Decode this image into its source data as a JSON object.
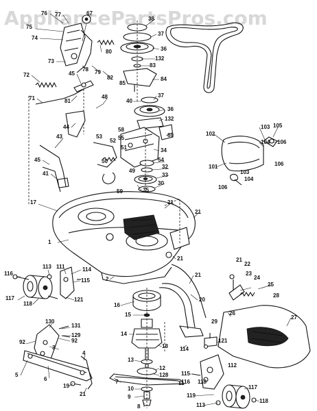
{
  "watermark": "AppliancePartsPros.com",
  "callouts": [
    "76",
    "77",
    "67",
    "75",
    "74",
    "73",
    "80",
    "78",
    "79",
    "82",
    "72",
    "45",
    "81",
    "71",
    "48",
    "44",
    "43",
    "45",
    "41",
    "17",
    "1",
    "38",
    "37",
    "36",
    "132",
    "83",
    "84",
    "85",
    "40",
    "37",
    "36",
    "132",
    "69",
    "58",
    "55",
    "52",
    "51",
    "34",
    "53",
    "50",
    "49",
    "54",
    "32",
    "33",
    "30",
    "35",
    "59",
    "102",
    "101",
    "103",
    "104",
    "105",
    "106",
    "103",
    "104",
    "106",
    "106",
    "21",
    "21",
    "21",
    "2",
    "16",
    "20",
    "21",
    "21",
    "22",
    "23",
    "24",
    "25",
    "26",
    "27",
    "28",
    "29",
    "116",
    "113",
    "111",
    "114",
    "115",
    "117",
    "118",
    "121",
    "130",
    "131",
    "129",
    "92",
    "92",
    "3",
    "4",
    "5",
    "6",
    "19",
    "21",
    "15",
    "14",
    "18",
    "13",
    "12",
    "128",
    "11",
    "10",
    "9",
    "8",
    "7",
    "114",
    "121",
    "115",
    "116",
    "112",
    "118",
    "119",
    "117",
    "113",
    "118"
  ]
}
